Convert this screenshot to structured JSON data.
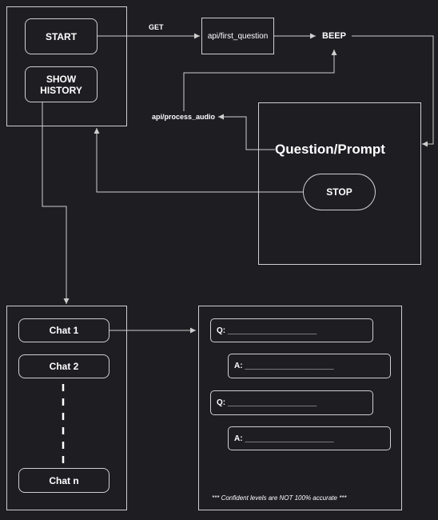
{
  "home": {
    "start_label": "START",
    "history_label_line1": "SHOW",
    "history_label_line2": "HISTORY"
  },
  "flow": {
    "get_label": "GET",
    "first_question_endpoint": "api/first_question",
    "beep_label": "BEEP",
    "process_audio_endpoint": "api/process_audio"
  },
  "prompt_screen": {
    "title": "Question/Prompt",
    "stop_label": "STOP"
  },
  "history": {
    "chats": [
      "Chat 1",
      "Chat 2",
      "Chat n"
    ]
  },
  "transcript": {
    "rows": [
      {
        "prefix": "Q:",
        "blank": "____________________"
      },
      {
        "prefix": "A:",
        "blank": "____________________"
      },
      {
        "prefix": "Q:",
        "blank": "____________________"
      },
      {
        "prefix": "A:",
        "blank": "____________________"
      }
    ],
    "footnote": "*** Confident levels are NOT 100% accurate ***"
  },
  "colors": {
    "background": "#1e1d22",
    "stroke": "#cfcfcf",
    "text": "#ffffff"
  }
}
